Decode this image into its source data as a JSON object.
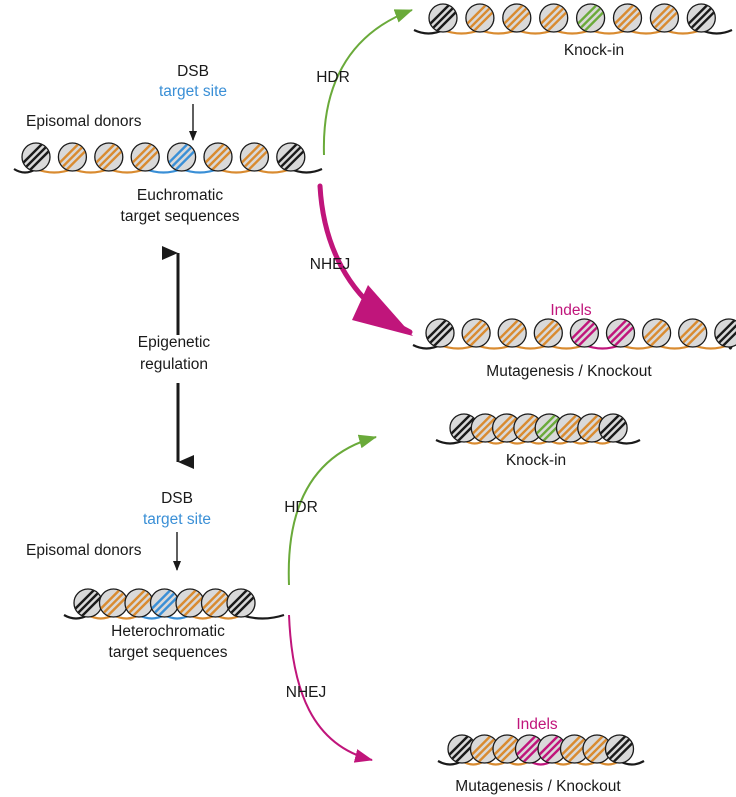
{
  "colors": {
    "black": "#1a1a1a",
    "target": "#3a8fd6",
    "donor": "#d98b30",
    "hdr": "#6aaa3a",
    "nhej": "#c0157b",
    "nucleosome_fill": "#d9d9d9"
  },
  "euchromatic": {
    "dsb_label": "DSB",
    "target_site_label": "target site",
    "episomal_label": "Episomal",
    "donors_label": "donors",
    "caption_line1": "Euchromatic",
    "caption_line2": "target sequences"
  },
  "heterochromatic": {
    "dsb_label": "DSB",
    "target_site_label": "target site",
    "episomal_label": "Episomal",
    "donors_label": "donors",
    "caption_line1": "Heterochromatic",
    "caption_line2": "target sequences"
  },
  "regulation": {
    "line1": "Epigenetic",
    "line2": "regulation"
  },
  "pathways": {
    "hdr_label": "HDR",
    "nhej_label": "NHEJ"
  },
  "outcomes": {
    "knock_in": "Knock-in",
    "indels": "Indels",
    "mutagenesis": "Mutagenesis / Knockout"
  },
  "chromatin_rows": {
    "eu_initial": [
      "black",
      "orange",
      "orange",
      "orange",
      "blue",
      "orange",
      "orange",
      "black"
    ],
    "eu_knockin": [
      "black",
      "orange",
      "orange",
      "orange",
      "green",
      "orange",
      "orange",
      "black"
    ],
    "eu_indels": [
      "black",
      "orange",
      "orange",
      "orange",
      "magenta",
      "magenta",
      "orange",
      "orange",
      "black"
    ],
    "het_initial": [
      "black",
      "orange",
      "orange",
      "blue",
      "orange",
      "orange",
      "black"
    ],
    "het_knockin": [
      "black",
      "orange",
      "orange",
      "orange",
      "green",
      "orange",
      "orange",
      "black"
    ],
    "het_indels": [
      "black",
      "orange",
      "orange",
      "magenta",
      "magenta",
      "orange",
      "orange",
      "black"
    ]
  }
}
